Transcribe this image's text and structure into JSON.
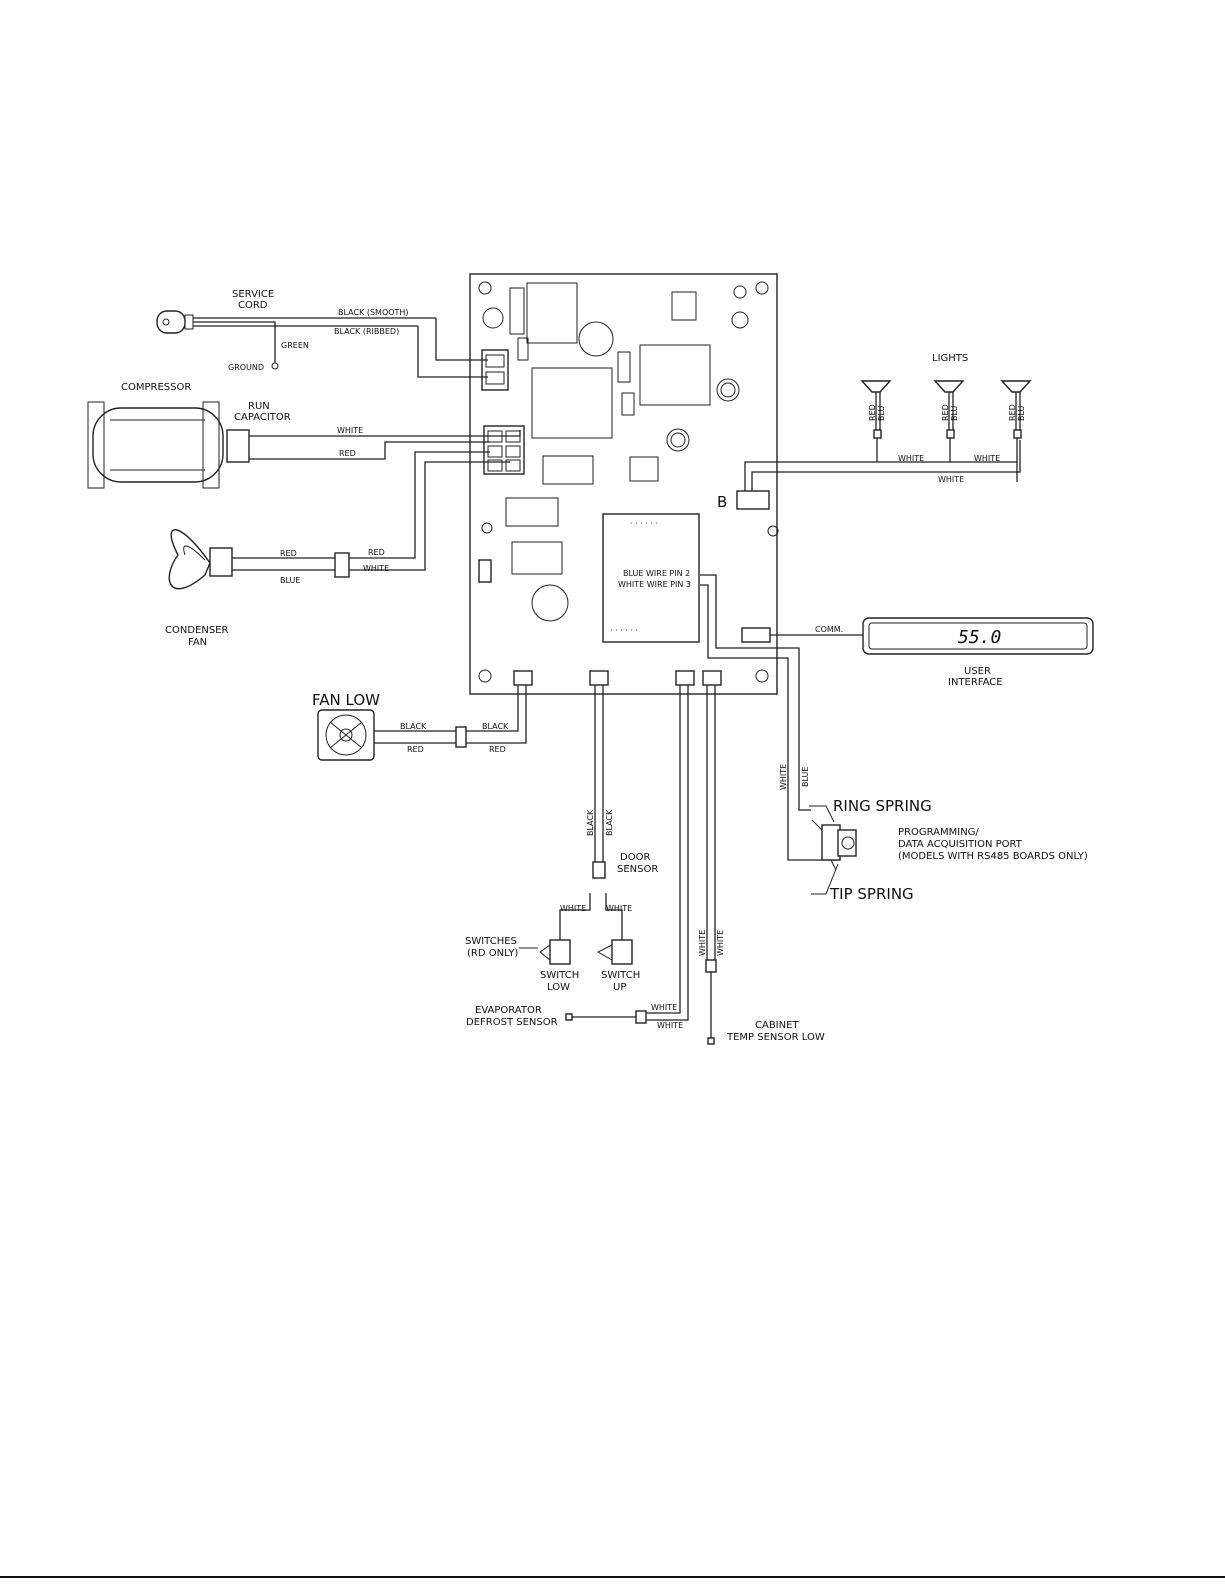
{
  "labels": {
    "service_cord": [
      "SERVICE",
      "CORD"
    ],
    "black_smooth": "BLACK (SMOOTH)",
    "black_ribbed": "BLACK (RIBBED)",
    "green": "GREEN",
    "ground": "GROUND",
    "compressor": "COMPRESSOR",
    "run_capacitor": [
      "RUN",
      "CAPACITOR"
    ],
    "white": "WHITE",
    "red": "RED",
    "blue": "BLUE",
    "black": "BLACK",
    "condenser_fan": [
      "CONDENSER",
      "FAN"
    ],
    "fan_low": "FAN LOW",
    "lights": "LIGHTS",
    "red_short": "RED",
    "blu_short": "BLU",
    "connector_b": "B",
    "blue_wire_pin": "BLUE WIRE PIN 2",
    "white_wire_pin": "WHITE WIRE PIN 3",
    "comm": "COMM.",
    "user_interface": [
      "USER",
      "INTERFACE"
    ],
    "display_value": "55.0",
    "ring_spring": "RING SPRING",
    "tip_spring": "TIP SPRING",
    "programming_port": [
      "PROGRAMMING/",
      "DATA ACQUISITION PORT",
      "(MODELS WITH RS485 BOARDS ONLY)"
    ],
    "door_sensor": [
      "DOOR",
      "SENSOR"
    ],
    "switches": [
      "SWITCHES",
      "(RD ONLY)"
    ],
    "switch_low": [
      "SWITCH",
      "LOW"
    ],
    "switch_up": [
      "SWITCH",
      "UP"
    ],
    "evaporator": [
      "EVAPORATOR",
      "DEFROST SENSOR"
    ],
    "cabinet": [
      "CABINET",
      "TEMP SENSOR LOW"
    ]
  },
  "colors": {
    "line": "#222222",
    "background": "#ffffff"
  }
}
